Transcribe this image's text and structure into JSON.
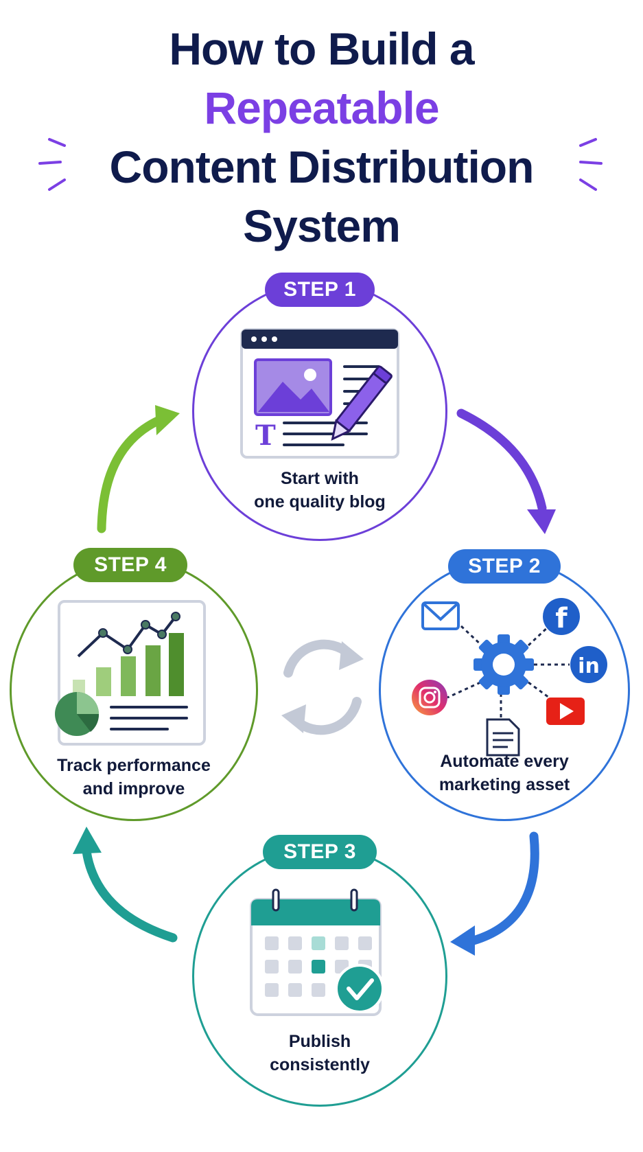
{
  "title": {
    "line1": "How to Build a",
    "line2": "Repeatable",
    "line3": "Content Distribution",
    "line4": "System"
  },
  "steps": [
    {
      "badge": "STEP 1",
      "caption_line1": "Start with",
      "caption_line2": "one quality blog",
      "color": "#6c3fd8"
    },
    {
      "badge": "STEP 2",
      "caption_line1": "Automate every",
      "caption_line2": "marketing asset",
      "color": "#2f73d9"
    },
    {
      "badge": "STEP 3",
      "caption_line1": "Publish",
      "caption_line2": "consistently",
      "color": "#1f9e93"
    },
    {
      "badge": "STEP 4",
      "caption_line1": "Track performance",
      "caption_line2": "and improve",
      "color": "#5f9a2a"
    }
  ],
  "icons": {
    "step1": "blog-editor-icon",
    "step2": "automation-hub-icon",
    "step3": "calendar-check-icon",
    "step4": "analytics-chart-icon",
    "center": "refresh-cycle-icon"
  },
  "social_labels": {
    "facebook": "f",
    "linkedin": "in"
  }
}
